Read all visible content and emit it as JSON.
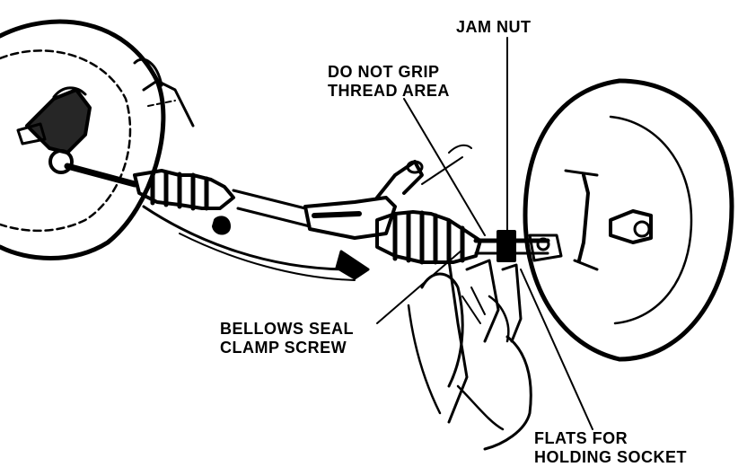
{
  "labels": {
    "jam_nut": "JAM NUT",
    "do_not_grip_line1": "DO NOT GRIP",
    "do_not_grip_line2": "THREAD AREA",
    "bellows_line1": "BELLOWS SEAL",
    "bellows_line2": "CLAMP SCREW",
    "flats_line1": "FLATS FOR",
    "flats_line2": "HOLDING SOCKET"
  },
  "colors": {
    "ink": "#000000",
    "paper": "#ffffff"
  }
}
